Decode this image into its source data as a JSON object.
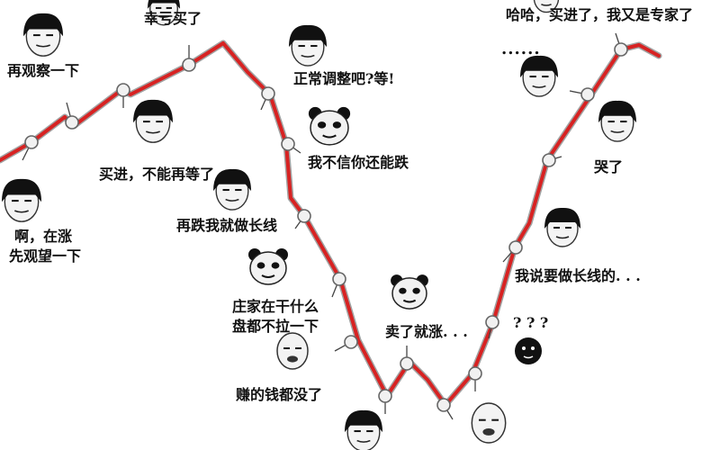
{
  "palette": {
    "line": "#d72222",
    "line_shadow": "#555555",
    "node_fill": "#f1f1f1",
    "node_stroke": "#666666",
    "text": "#111111"
  },
  "captions": {
    "c1": "再观察一下",
    "c2": "幸亏买了",
    "c3": "正常调整吧?等!",
    "c4": "哈哈，买进了，我又是专家了",
    "c5": "买进，不能再等了",
    "c6": "我不信你还能跌",
    "c7": "哭了",
    "c8a": "啊，在涨",
    "c8b": "先观望一下",
    "c9": "再跌我就做长线",
    "c10": "我说要做长线的. . .",
    "c11a": "庄家在干什么",
    "c11b": "盘都不拉一下",
    "c12": "卖了就涨. . .",
    "c13": "? ? ?",
    "c14": "赚的钱都没了",
    "c15": "......"
  },
  "characters": [
    {
      "name": "rage-comic-face-icon"
    },
    {
      "name": "rage-comic-face-icon"
    },
    {
      "name": "rage-comic-face-icon"
    },
    {
      "name": "rage-comic-face-icon"
    },
    {
      "name": "panda-face-icon"
    },
    {
      "name": "rage-comic-face-icon"
    },
    {
      "name": "rage-comic-face-icon"
    },
    {
      "name": "rage-comic-face-icon"
    },
    {
      "name": "panda-face-icon"
    },
    {
      "name": "rage-comic-face-icon"
    },
    {
      "name": "panda-face-icon"
    },
    {
      "name": "bald-face-icon"
    },
    {
      "name": "shadow-figure-icon"
    },
    {
      "name": "rage-comic-face-icon"
    },
    {
      "name": "bald-face-icon"
    },
    {
      "name": "rage-comic-face-icon"
    }
  ]
}
